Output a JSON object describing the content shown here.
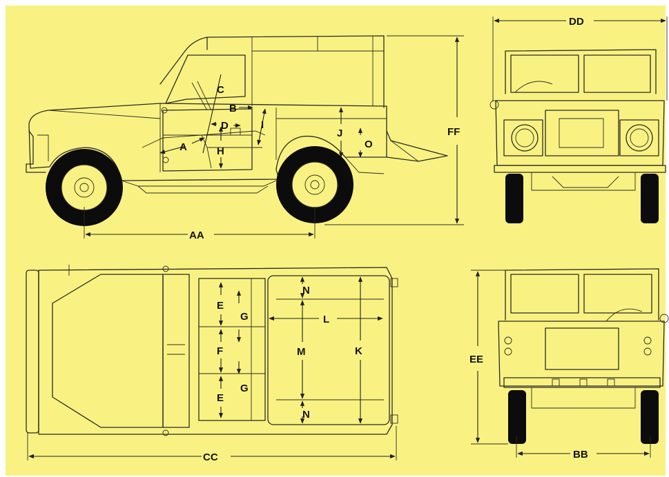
{
  "colors": {
    "paper": "#f9f283",
    "ink": "#1e1e18",
    "tyre": "#0c0c0c"
  },
  "labels": {
    "A": "A",
    "B": "B",
    "C": "C",
    "D": "D",
    "H": "H",
    "I": "I",
    "J": "J",
    "O": "O",
    "AA": "AA",
    "FF": "FF",
    "DD": "DD",
    "E_top": "E",
    "E_bottom": "E",
    "F": "F",
    "G_top": "G",
    "G_bottom": "G",
    "N_top": "N",
    "N_bottom": "N",
    "L": "L",
    "M": "M",
    "K": "K",
    "CC": "CC",
    "EE": "EE",
    "BB": "BB"
  }
}
